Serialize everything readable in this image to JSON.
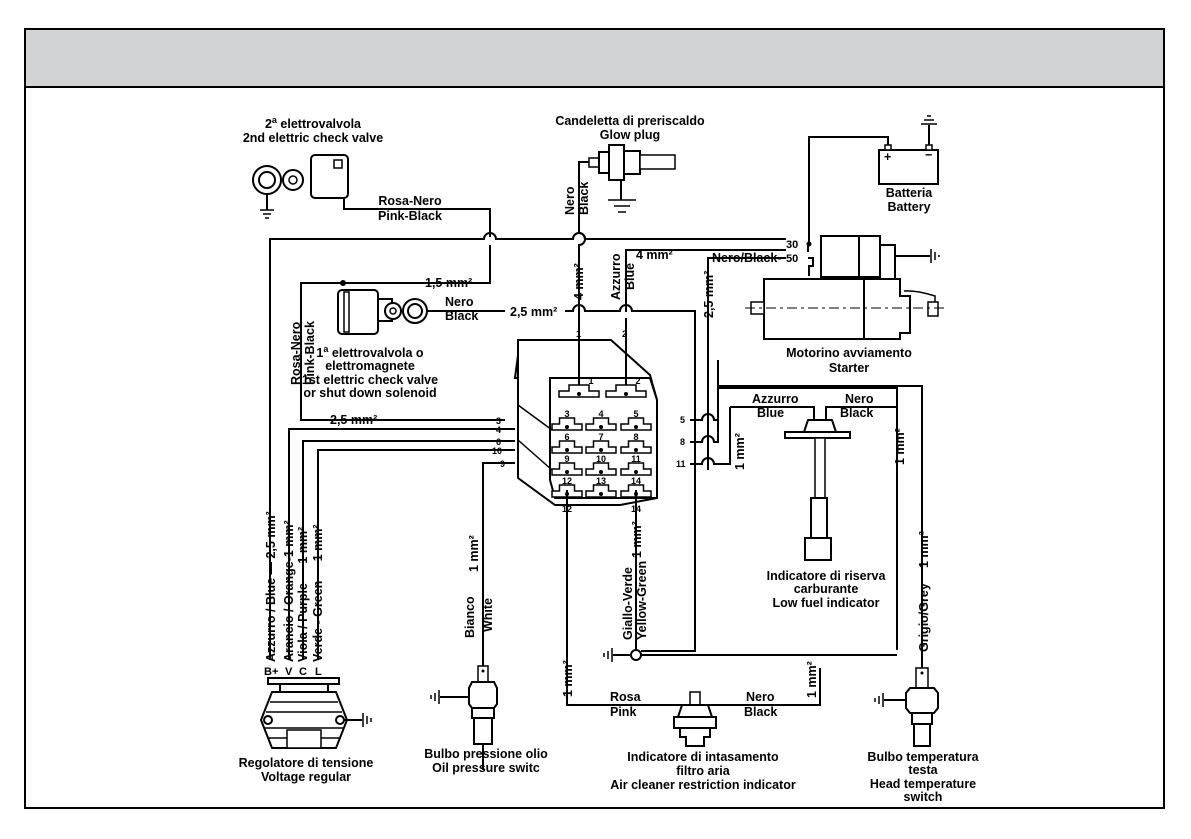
{
  "header": {
    "title": ""
  },
  "components": {
    "valve2": {
      "line1": "2ª elettrovalvola",
      "line1_base": "2",
      "line1_sup": "a",
      "line1_rest": " elettrovalvola",
      "line2": "2nd elettric check valve"
    },
    "glow_plug": {
      "line1": "Candeletta di preriscaldo",
      "line2": "Glow plug"
    },
    "battery": {
      "line1": "Batteria",
      "line2": "Battery",
      "plus": "+",
      "minus": "−"
    },
    "starter": {
      "line1": "Motorino avviamento",
      "line2": "Starter",
      "term30": "30",
      "term50": "50"
    },
    "valve1": {
      "line1_base": "1",
      "line1_sup": "a",
      "line1_rest": " elettrovalvola o",
      "line2": "elettromagnete",
      "line3": "1st elettric check valve",
      "line4": "or shut down solenoid"
    },
    "low_fuel": {
      "line1": "Indicatore di riserva",
      "line2": "carburante",
      "line3": "Low fuel indicator"
    },
    "regulator": {
      "line1": "Regolatore di tensione",
      "line2": "Voltage regular",
      "terminals": [
        "B+",
        "V",
        "C",
        "L"
      ]
    },
    "oil_switch": {
      "line1": "Bulbo pressione olio",
      "line2": "Oil pressure switc"
    },
    "air_filter": {
      "line1": "Indicatore di intasamento",
      "line2": "filtro aria",
      "line3": "Air cleaner restriction indicator"
    },
    "head_temp": {
      "line1": "Bulbo temperatura",
      "line2": "testa",
      "line3": "Head temperature",
      "line4": "switch"
    }
  },
  "wires": {
    "rosa_nero": "Rosa-Nero",
    "pink_black": "Pink-Black",
    "nero": "Nero",
    "black": "Black",
    "azzurro": "Azzurro",
    "blue": "Blue",
    "nero_black": "Nero/Black-",
    "rosa": "Rosa",
    "pink": "Pink",
    "bianco": "Bianco",
    "white": "White",
    "giallo_verde": "Giallo-Verde",
    "yellow_green": "Yellow-Green",
    "grigio_grey": "Grigio/Grey",
    "sec_1_5": "1,5 mm²",
    "sec_2_5": "2,5 mm²",
    "sec_4": "4 mm²",
    "sec_1": "1 mm²",
    "reg_blue": "Azzurro / Blue — 2,5 mm²",
    "reg_orange": "Arancio / Orange-1 mm²",
    "reg_purple": "Viola / Purple — 1 mm²",
    "reg_green": "Verde - Green — 1 mm²"
  },
  "connector": {
    "pins": [
      "1",
      "2",
      "3",
      "4",
      "5",
      "6",
      "7",
      "8",
      "9",
      "10",
      "11",
      "12",
      "13",
      "14"
    ],
    "left_labels": [
      "3",
      "4",
      "6",
      "10",
      "9"
    ],
    "right_labels": [
      "5",
      "8",
      "11"
    ],
    "top_labels": [
      "1",
      "2"
    ],
    "bottom_labels": [
      "12",
      "14"
    ]
  }
}
